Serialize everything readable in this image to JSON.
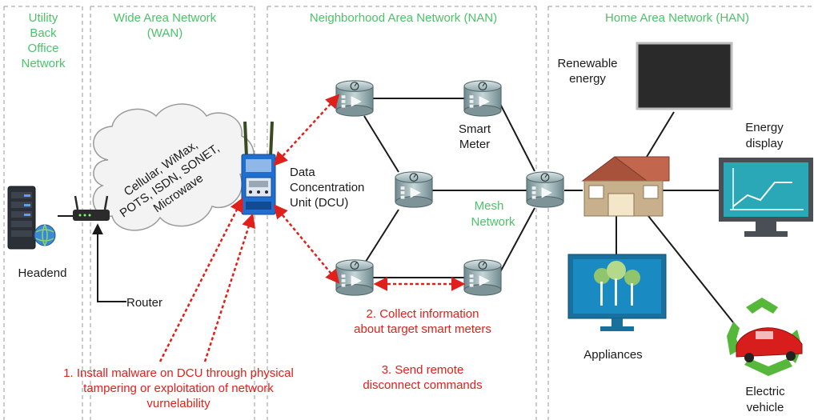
{
  "zones": {
    "utility": {
      "line1": "Utility",
      "line2": "Back",
      "line3": "Office",
      "line4": "Network"
    },
    "wan": {
      "line1": "Wide Area Network",
      "line2": "(WAN)"
    },
    "nan": {
      "line1": "Neighborhood Area Network (NAN)"
    },
    "han": {
      "line1": "Home Area Network (HAN)"
    }
  },
  "nodes": {
    "headend": "Headend",
    "router": "Router",
    "cloud": {
      "line1": "Cellular, WiMax,",
      "line2": "POTS, ISDN, SONET,",
      "line3": "Microwave"
    },
    "dcu": {
      "line1": "Data",
      "line2": "Concentration",
      "line3": "Unit (DCU)"
    },
    "smart_meter": {
      "line1": "Smart",
      "line2": "Meter"
    },
    "mesh": {
      "line1": "Mesh",
      "line2": "Network"
    },
    "renewable": {
      "line1": "Renewable",
      "line2": "energy"
    },
    "energy_display": {
      "line1": "Energy",
      "line2": "display"
    },
    "appliances": "Appliances",
    "ev": {
      "line1": "Electric",
      "line2": "vehicle"
    }
  },
  "steps": {
    "step1": {
      "line1": "1. Install malware on DCU through physical",
      "line2": "tampering or exploitation of network",
      "line3": "vurnelability"
    },
    "step2": {
      "line1": "2. Collect information",
      "line2": "about target smart meters"
    },
    "step3": {
      "line1": "3. Send remote",
      "line2": "disconnect commands"
    }
  },
  "colors": {
    "zone_title": "#4cc36a",
    "attack": "#e0201b",
    "divider": "#9a9a9a",
    "link": "#1a1a1a"
  },
  "icons": [
    "server-icon",
    "router-icon",
    "cloud-icon",
    "dcu-device-icon",
    "smart-meter-icon",
    "house-icon",
    "monitor-icon",
    "recycle-icon",
    "car-icon"
  ]
}
